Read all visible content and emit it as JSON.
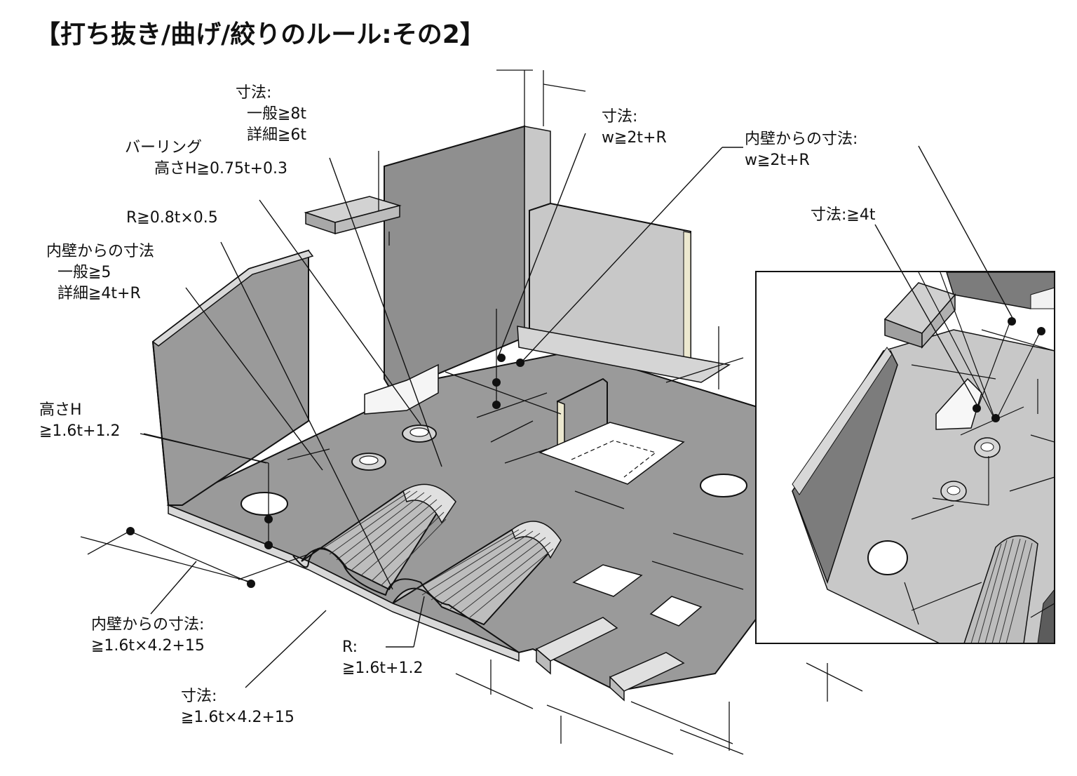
{
  "title": "【打ち抜き/曲げ/絞りのルール:その2】",
  "labels": {
    "size_general": {
      "l1": "寸法:",
      "l2": "一般≧8t",
      "l3": "詳細≧6t"
    },
    "burring": {
      "l1": "バーリング",
      "l2": "高さH≧0.75t+0.3"
    },
    "r_rule": {
      "l1": "R≧0.8t×0.5"
    },
    "inner_wall_general": {
      "l1": "内壁からの寸法",
      "l2": "一般≧5",
      "l3": "詳細≧4t+R"
    },
    "height_h": {
      "l1": "高さH",
      "l2": "≧1.6t+1.2"
    },
    "inner_wall_bottom": {
      "l1": "内壁からの寸法:",
      "l2": "≧1.6t×4.2+15"
    },
    "size_bottom": {
      "l1": "寸法:",
      "l2": "≧1.6t×4.2+15"
    },
    "r_bottom": {
      "l1": "R:",
      "l2": "≧1.6t+1.2"
    },
    "size_w": {
      "l1": "寸法:",
      "l2": "w≧2t+R"
    },
    "inner_wall_w": {
      "l1": "内壁からの寸法:",
      "l2": "w≧2t+R"
    },
    "size_4t": {
      "l1": "寸法:≧4t"
    }
  },
  "colors": {
    "metal": "#9a9a9a",
    "metal_dark": "#707070",
    "metal_light": "#c8c8c8",
    "edge": "#111111",
    "highlight": "#ece8cf"
  }
}
